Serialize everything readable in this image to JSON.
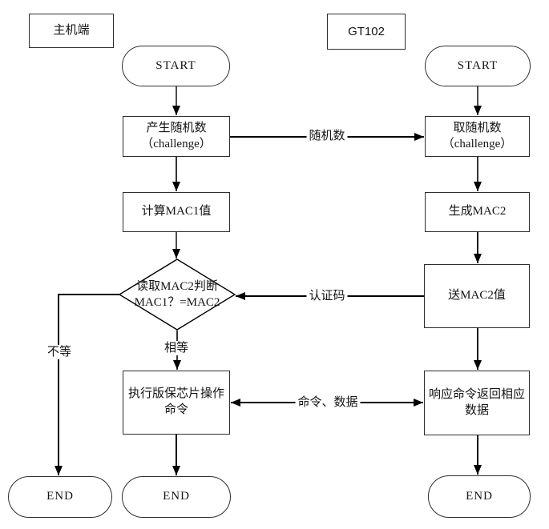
{
  "colors": {
    "ink": "#141414",
    "line": "#000000",
    "background": "#ffffff"
  },
  "flowchart": {
    "lanes": {
      "host": "主机端",
      "device": "GT102"
    },
    "host": {
      "start": "START",
      "gen_random": {
        "line1": "产生随机数",
        "line2": "（challenge）"
      },
      "calc_mac1": "计算MAC1值",
      "decision": {
        "line1": "读取MAC2判断",
        "line2": "MAC1？=MAC2"
      },
      "exec_cmd": {
        "line1": "执行版保芯片操作",
        "line2": "命令"
      },
      "end_not_equal": "END",
      "end_equal": "END"
    },
    "device": {
      "start": "START",
      "get_random": {
        "line1": "取随机数",
        "line2": "（challenge）"
      },
      "gen_mac2": "生成MAC2",
      "send_mac2": "送MAC2值",
      "respond": {
        "line1": "响应命令返回相应",
        "line2": "数据"
      },
      "end": "END"
    },
    "edges": {
      "random_number": "随机数",
      "auth_code": "认证码",
      "command_data": "命令、数据",
      "not_equal": "不等",
      "equal": "相等"
    }
  }
}
